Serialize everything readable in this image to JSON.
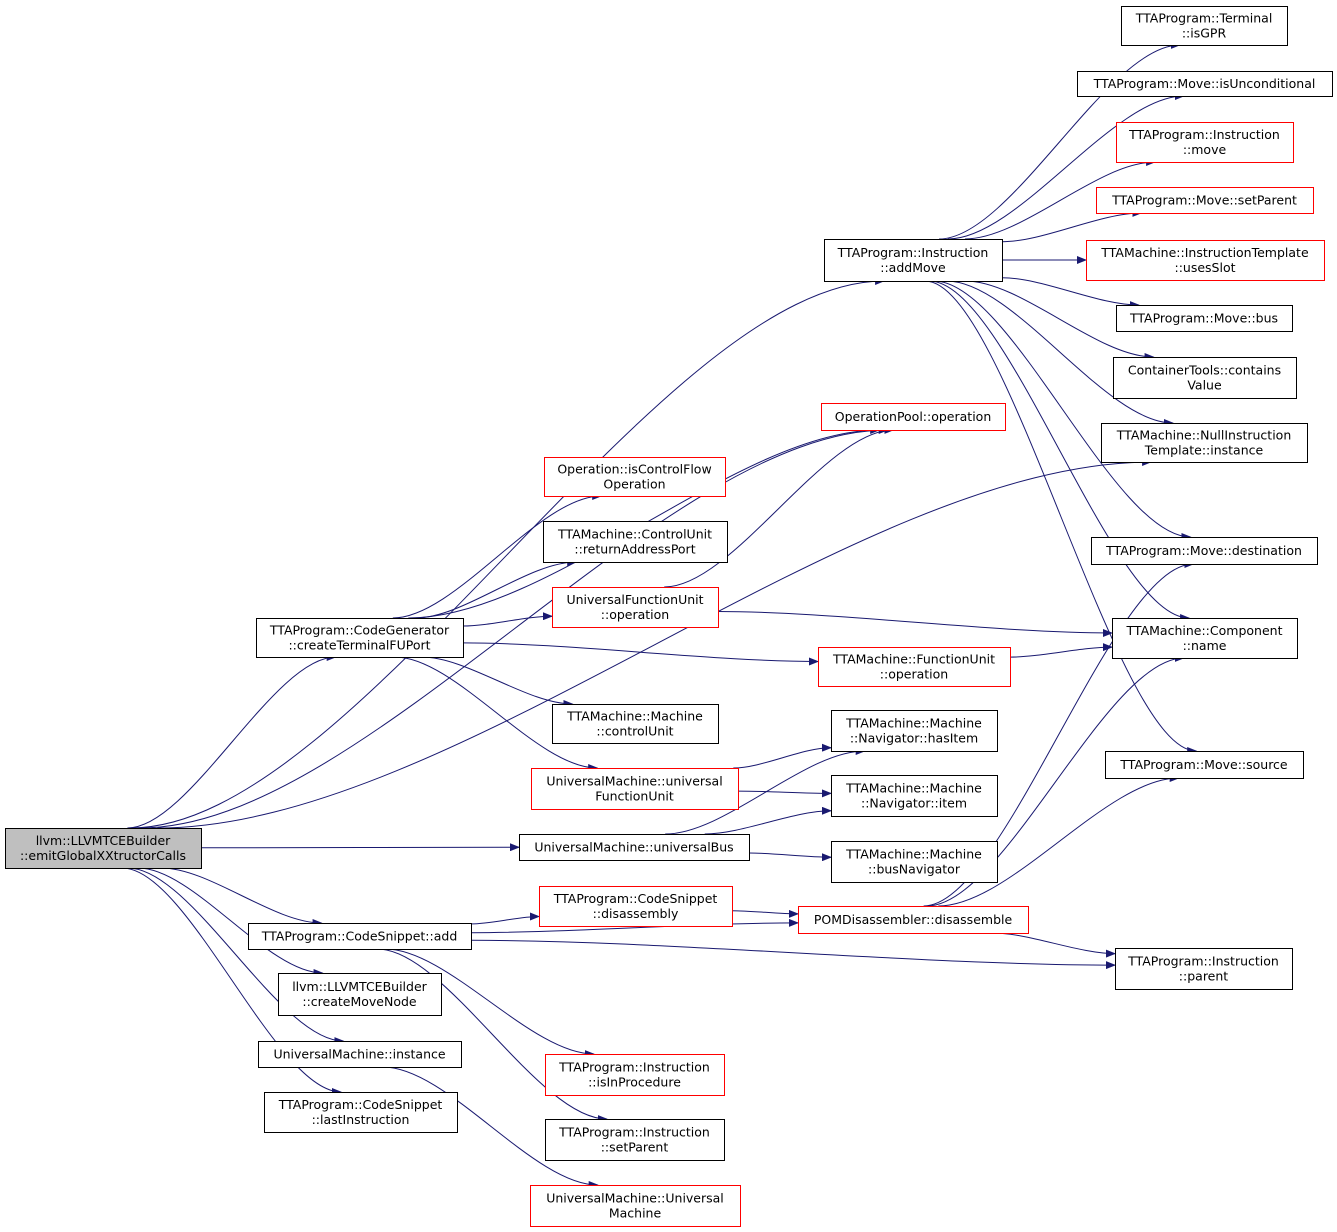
{
  "colors": {
    "edge": "#191970",
    "normal_border": "#000000",
    "missing_border": "#ff0000",
    "root_fill": "#bfbfbf",
    "node_fill": "#ffffff"
  },
  "nodes": [
    {
      "id": "root",
      "lines": [
        "llvm::LLVMTCEBuilder",
        "::emitGlobalXXtructorCalls"
      ],
      "style": "root"
    },
    {
      "id": "addMove",
      "lines": [
        "TTAProgram::Instruction",
        "::addMove"
      ],
      "style": "normal"
    },
    {
      "id": "isGPR",
      "lines": [
        "TTAProgram::Terminal",
        "::isGPR"
      ],
      "style": "normal"
    },
    {
      "id": "isUnconditional",
      "lines": [
        "TTAProgram::Move::isUnconditional"
      ],
      "style": "normal"
    },
    {
      "id": "instrMove",
      "lines": [
        "TTAProgram::Instruction",
        "::move"
      ],
      "style": "missing"
    },
    {
      "id": "moveSetParent",
      "lines": [
        "TTAProgram::Move::setParent"
      ],
      "style": "missing"
    },
    {
      "id": "usesSlot",
      "lines": [
        "TTAMachine::InstructionTemplate",
        "::usesSlot"
      ],
      "style": "missing"
    },
    {
      "id": "moveBus",
      "lines": [
        "TTAProgram::Move::bus"
      ],
      "style": "normal"
    },
    {
      "id": "containsValue",
      "lines": [
        "ContainerTools::contains",
        "Value"
      ],
      "style": "normal"
    },
    {
      "id": "nullInstr",
      "lines": [
        "TTAMachine::NullInstruction",
        "Template::instance"
      ],
      "style": "normal"
    },
    {
      "id": "opPool",
      "lines": [
        "OperationPool::operation"
      ],
      "style": "missing"
    },
    {
      "id": "isControlFlow",
      "lines": [
        "Operation::isControlFlow",
        "Operation"
      ],
      "style": "missing"
    },
    {
      "id": "returnAddr",
      "lines": [
        "TTAMachine::ControlUnit",
        "::returnAddressPort"
      ],
      "style": "normal"
    },
    {
      "id": "ufuOperation",
      "lines": [
        "UniversalFunctionUnit",
        "::operation"
      ],
      "style": "missing"
    },
    {
      "id": "createTerminal",
      "lines": [
        "TTAProgram::CodeGenerator",
        "::createTerminalFUPort"
      ],
      "style": "normal"
    },
    {
      "id": "destination",
      "lines": [
        "TTAProgram::Move::destination"
      ],
      "style": "normal"
    },
    {
      "id": "componentName",
      "lines": [
        "TTAMachine::Component",
        "::name"
      ],
      "style": "normal"
    },
    {
      "id": "fuOperation",
      "lines": [
        "TTAMachine::FunctionUnit",
        "::operation"
      ],
      "style": "missing"
    },
    {
      "id": "controlUnit",
      "lines": [
        "TTAMachine::Machine",
        "::controlUnit"
      ],
      "style": "normal"
    },
    {
      "id": "hasItem",
      "lines": [
        "TTAMachine::Machine",
        "::Navigator::hasItem"
      ],
      "style": "normal"
    },
    {
      "id": "univFU",
      "lines": [
        "UniversalMachine::universal",
        "FunctionUnit"
      ],
      "style": "missing"
    },
    {
      "id": "moveSource",
      "lines": [
        "TTAProgram::Move::source"
      ],
      "style": "normal"
    },
    {
      "id": "navItem",
      "lines": [
        "TTAMachine::Machine",
        "::Navigator::item"
      ],
      "style": "normal"
    },
    {
      "id": "univBus",
      "lines": [
        "UniversalMachine::universalBus"
      ],
      "style": "normal"
    },
    {
      "id": "busNav",
      "lines": [
        "TTAMachine::Machine",
        "::busNavigator"
      ],
      "style": "normal"
    },
    {
      "id": "snippetDisasm",
      "lines": [
        "TTAProgram::CodeSnippet",
        "::disassembly"
      ],
      "style": "missing"
    },
    {
      "id": "pomDisasm",
      "lines": [
        "POMDisassembler::disassemble"
      ],
      "style": "missing"
    },
    {
      "id": "snippetAdd",
      "lines": [
        "TTAProgram::CodeSnippet::add"
      ],
      "style": "normal"
    },
    {
      "id": "instrParent",
      "lines": [
        "TTAProgram::Instruction",
        "::parent"
      ],
      "style": "normal"
    },
    {
      "id": "createMoveNode",
      "lines": [
        "llvm::LLVMTCEBuilder",
        "::createMoveNode"
      ],
      "style": "normal"
    },
    {
      "id": "umInstance",
      "lines": [
        "UniversalMachine::instance"
      ],
      "style": "normal"
    },
    {
      "id": "isInProcedure",
      "lines": [
        "TTAProgram::Instruction",
        "::isInProcedure"
      ],
      "style": "missing"
    },
    {
      "id": "lastInstr",
      "lines": [
        "TTAProgram::CodeSnippet",
        "::lastInstruction"
      ],
      "style": "normal"
    },
    {
      "id": "instrSetParent",
      "lines": [
        "TTAProgram::Instruction",
        "::setParent"
      ],
      "style": "normal"
    },
    {
      "id": "univMachine",
      "lines": [
        "UniversalMachine::Universal",
        "Machine"
      ],
      "style": "missing"
    }
  ],
  "edges": [
    [
      "root",
      "addMove"
    ],
    [
      "root",
      "nullInstr"
    ],
    [
      "root",
      "opPool"
    ],
    [
      "root",
      "createTerminal"
    ],
    [
      "root",
      "univBus"
    ],
    [
      "root",
      "snippetAdd"
    ],
    [
      "root",
      "createMoveNode"
    ],
    [
      "root",
      "umInstance"
    ],
    [
      "root",
      "lastInstr"
    ],
    [
      "addMove",
      "isGPR"
    ],
    [
      "addMove",
      "isUnconditional"
    ],
    [
      "addMove",
      "instrMove"
    ],
    [
      "addMove",
      "moveSetParent"
    ],
    [
      "addMove",
      "usesSlot"
    ],
    [
      "addMove",
      "moveBus"
    ],
    [
      "addMove",
      "containsValue"
    ],
    [
      "addMove",
      "nullInstr"
    ],
    [
      "addMove",
      "destination"
    ],
    [
      "addMove",
      "componentName"
    ],
    [
      "addMove",
      "moveSource"
    ],
    [
      "createTerminal",
      "opPool"
    ],
    [
      "createTerminal",
      "isControlFlow"
    ],
    [
      "createTerminal",
      "returnAddr"
    ],
    [
      "createTerminal",
      "ufuOperation"
    ],
    [
      "createTerminal",
      "fuOperation"
    ],
    [
      "createTerminal",
      "controlUnit"
    ],
    [
      "createTerminal",
      "univFU"
    ],
    [
      "ufuOperation",
      "opPool"
    ],
    [
      "ufuOperation",
      "componentName"
    ],
    [
      "fuOperation",
      "componentName"
    ],
    [
      "univFU",
      "hasItem"
    ],
    [
      "univFU",
      "navItem"
    ],
    [
      "univBus",
      "hasItem"
    ],
    [
      "univBus",
      "navItem"
    ],
    [
      "univBus",
      "busNav"
    ],
    [
      "snippetAdd",
      "snippetDisasm"
    ],
    [
      "snippetAdd",
      "pomDisasm"
    ],
    [
      "snippetAdd",
      "instrParent"
    ],
    [
      "snippetAdd",
      "isInProcedure"
    ],
    [
      "snippetAdd",
      "instrSetParent"
    ],
    [
      "snippetDisasm",
      "pomDisasm"
    ],
    [
      "pomDisasm",
      "destination"
    ],
    [
      "pomDisasm",
      "componentName"
    ],
    [
      "pomDisasm",
      "moveSource"
    ],
    [
      "pomDisasm",
      "instrParent"
    ],
    [
      "umInstance",
      "univMachine"
    ]
  ]
}
